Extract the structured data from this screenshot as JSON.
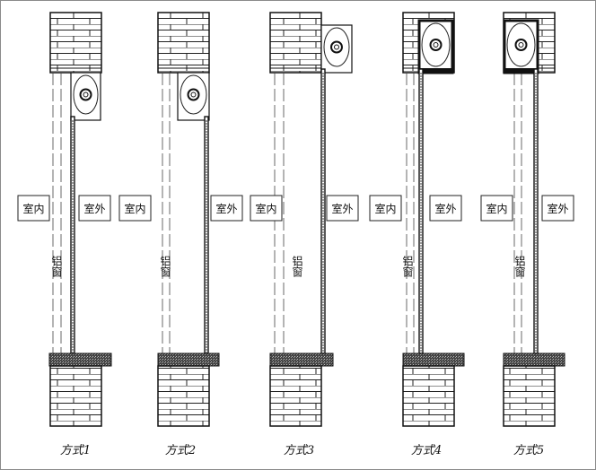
{
  "labels": {
    "indoor": "室内",
    "outdoor": "室外",
    "window": "铝窗"
  },
  "panels": [
    {
      "caption": "方式1",
      "mount": "under-lintel-outside"
    },
    {
      "caption": "方式2",
      "mount": "under-lintel-inside"
    },
    {
      "caption": "方式3",
      "mount": "external-surface"
    },
    {
      "caption": "方式4",
      "mount": "recessed-box-outside"
    },
    {
      "caption": "方式5",
      "mount": "recessed-box-inside"
    }
  ]
}
